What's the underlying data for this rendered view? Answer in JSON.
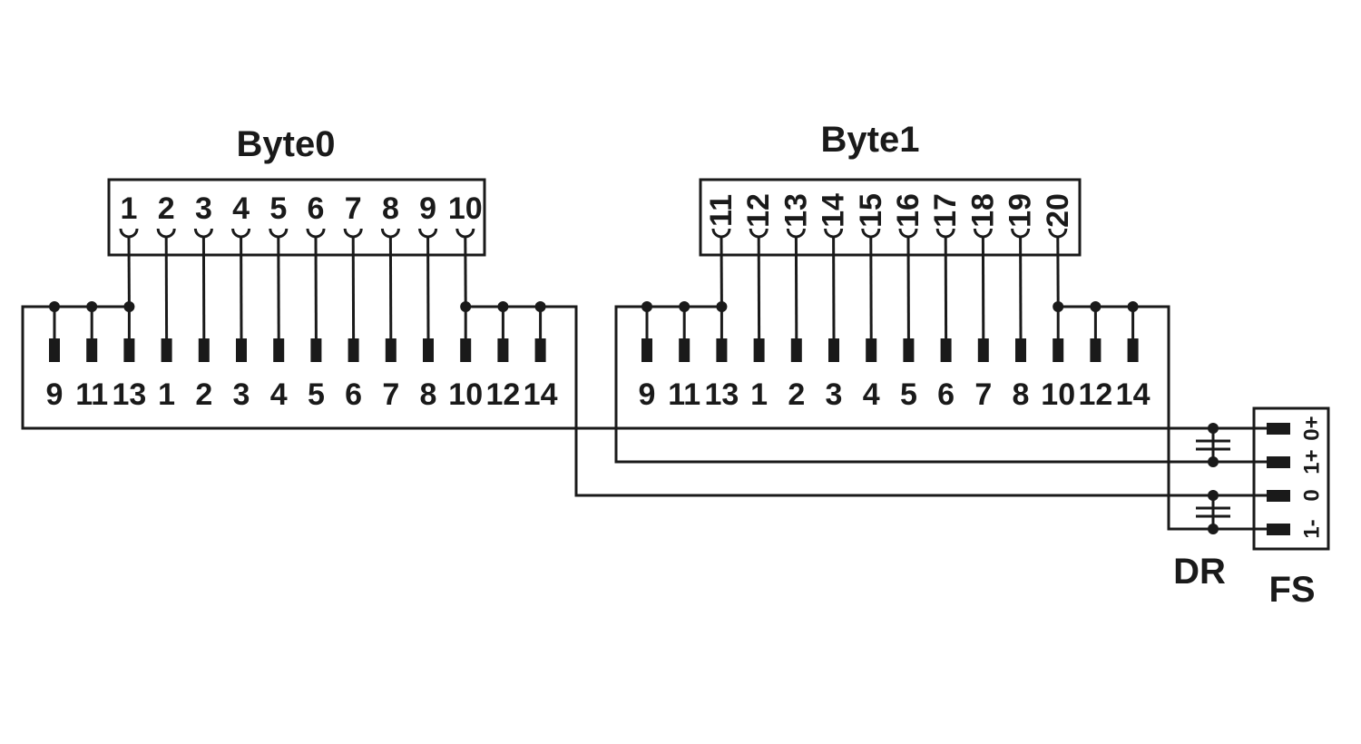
{
  "titles": {
    "byte0": "Byte0",
    "byte1": "Byte1",
    "dr": "DR",
    "fs": "FS"
  },
  "byte0": {
    "top_pins": [
      "1",
      "2",
      "3",
      "4",
      "5",
      "6",
      "7",
      "8",
      "9",
      "10"
    ],
    "bottom_pins": [
      "9",
      "11",
      "13",
      "1",
      "2",
      "3",
      "4",
      "5",
      "6",
      "7",
      "8",
      "10",
      "12",
      "14"
    ]
  },
  "byte1": {
    "top_pins": [
      "11",
      "12",
      "13",
      "14",
      "15",
      "16",
      "17",
      "18",
      "19",
      "20"
    ],
    "bottom_pins": [
      "9",
      "11",
      "13",
      "1",
      "2",
      "3",
      "4",
      "5",
      "6",
      "7",
      "8",
      "10",
      "12",
      "14"
    ]
  },
  "fs_pins": [
    "0+",
    "1+",
    "0",
    "1-"
  ],
  "colors": {
    "line": "#1a1a1a",
    "background": "#ffffff"
  }
}
